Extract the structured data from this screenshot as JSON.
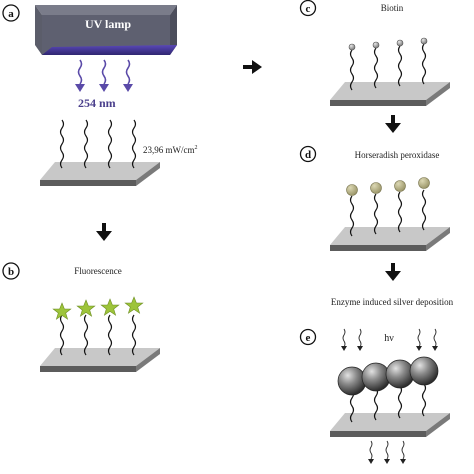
{
  "panels": {
    "a": {
      "letter": "a",
      "lamp_label": "UV lamp",
      "wavelength": "254 nm",
      "intensity": "23,96 mW/cm",
      "intensity_exponent": "2"
    },
    "b": {
      "letter": "b",
      "title": "Fluorescence"
    },
    "c": {
      "letter": "c",
      "title": "Biotin"
    },
    "d": {
      "letter": "d",
      "title": "Horseradish peroxidase"
    },
    "e": {
      "letter": "e",
      "title": "Enzyme induced silver deposition",
      "light_label": "hν"
    }
  },
  "colors": {
    "slide_top": "#c8c8c8",
    "slide_front": "#5c5c5c",
    "lamp_top": "#6d6f7d",
    "lamp_front": "#4a4c5a",
    "lamp_glow": "#4b3b9e",
    "uv_arrow": "#5a4aa8",
    "star": "#9dc43a",
    "hrp": "#b8b48a",
    "biotin": "#9a9a9a",
    "silver_dark": "#3a3a3a",
    "silver_light": "#d0d0d0"
  }
}
